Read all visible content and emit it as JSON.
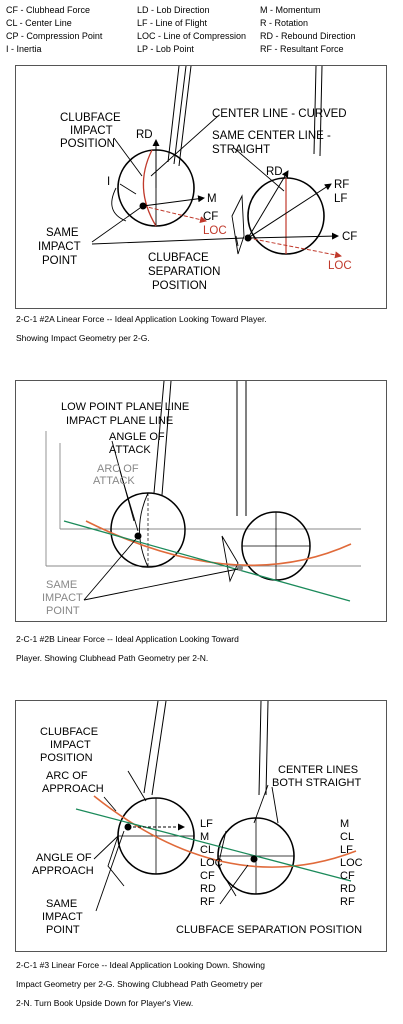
{
  "legend": {
    "col1": [
      "CF - Clubhead Force",
      "CL - Center Line",
      "CP - Compression Point",
      "I - Inertia"
    ],
    "col2": [
      "LD - Lob Direction",
      "LF - Line of Flight",
      "LOC - Line of Compression",
      "LP - Lob Point"
    ],
    "col3": [
      "M - Momentum",
      "R - Rotation",
      "RD - Rebound Direction",
      "RF - Resultant Force"
    ]
  },
  "panel1": {
    "labels": {
      "clubface_impact": [
        "CLUBFACE",
        "IMPACT",
        "POSITION"
      ],
      "center_curved": "CENTER LINE - CURVED",
      "same_center": [
        "SAME CENTER LINE -",
        "STRAIGHT"
      ],
      "rd_left": "RD",
      "rd_right": "RD",
      "rf_lf": [
        "RF",
        "LF"
      ],
      "i": "I",
      "m": "M",
      "cf_left": "CF",
      "loc_left": "LOC",
      "cf_right": "CF",
      "loc_right": "LOC",
      "same_impact": [
        "SAME",
        "IMPACT",
        "POINT"
      ],
      "separation": [
        "CLUBFACE",
        "SEPARATION",
        "POSITION"
      ]
    },
    "caption": [
      "2-C-1 #2A Linear Force --  Ideal Application Looking Toward Player.",
      "Showing Impact Geometry per 2-G."
    ]
  },
  "panel2": {
    "labels": {
      "low_point": "LOW POINT PLANE LINE",
      "impact_plane": "IMPACT PLANE LINE",
      "angle_attack": [
        "ANGLE OF",
        "ATTACK"
      ],
      "arc_attack": [
        "ARC OF",
        "ATTACK"
      ],
      "same_impact": [
        "SAME",
        "IMPACT",
        "POINT"
      ]
    },
    "caption": [
      "2-C-1 #2B Linear Force --  Ideal Application Looking Toward",
      "Player. Showing Clubhead Path Geometry per 2-N."
    ]
  },
  "panel3": {
    "labels": {
      "clubface_impact": [
        "CLUBFACE",
        "IMPACT",
        "POSITION"
      ],
      "arc_approach": [
        "ARC OF",
        "APPROACH"
      ],
      "angle_approach": [
        "ANGLE OF",
        "APPROACH"
      ],
      "same_impact": [
        "SAME",
        "IMPACT",
        "POINT"
      ],
      "center_lines": [
        "CENTER LINES",
        "BOTH STRAIGHT"
      ],
      "mid_stack": [
        "LF",
        "M",
        "CL",
        "LOC",
        "CF",
        "RD",
        "RF"
      ],
      "right_stack": [
        "M",
        "CL",
        "LF",
        "LOC",
        "CF",
        "RD",
        "RF"
      ],
      "separation": "CLUBFACE SEPARATION POSITION"
    },
    "caption": [
      "2-C-1 #3 Linear Force --  Ideal Application Looking Down. Showing",
      "Impact Geometry per 2-G. Showing Clubhead Path Geometry per",
      "2-N. Turn Book Upside Down for Player's View."
    ]
  }
}
